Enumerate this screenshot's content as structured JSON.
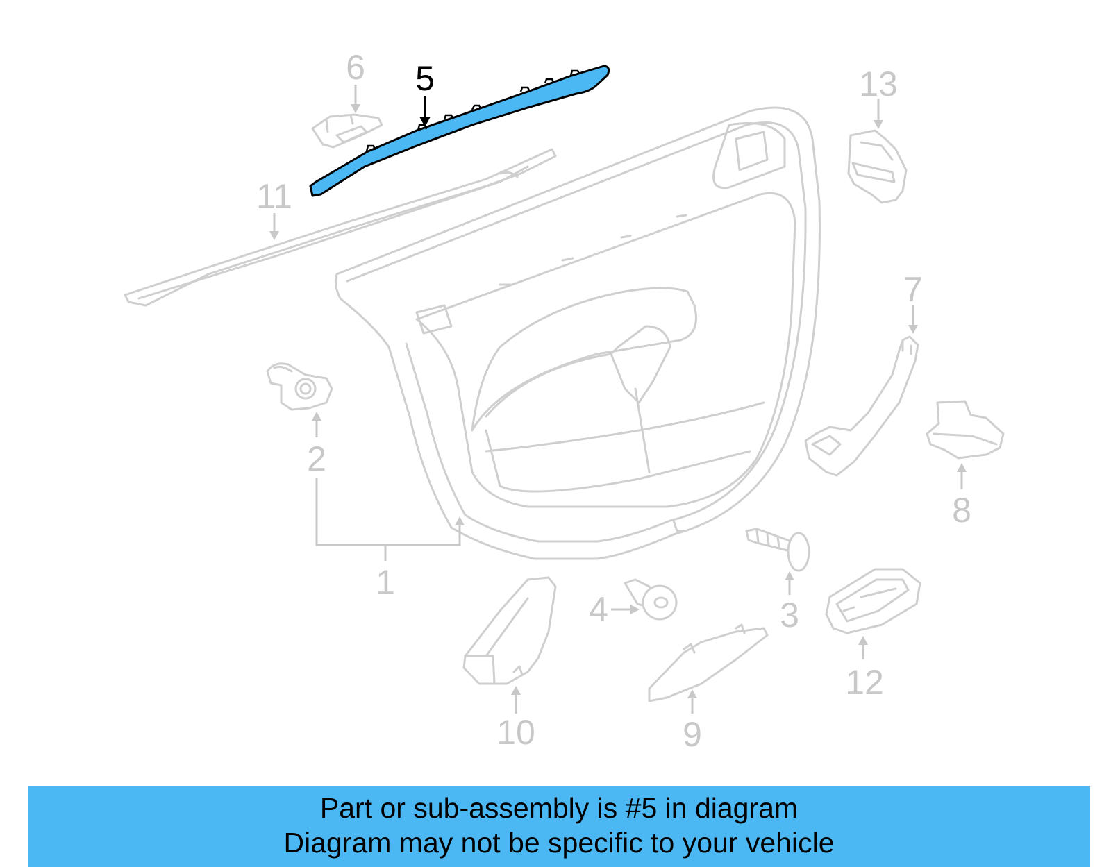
{
  "diagram": {
    "highlight_color": "#4cb8f3",
    "inactive_color": "#c8c8c8",
    "active_color": "#000000",
    "callouts": [
      "1",
      "2",
      "3",
      "4",
      "5",
      "6",
      "7",
      "8",
      "9",
      "10",
      "11",
      "12",
      "13"
    ],
    "highlighted_callout": "5"
  },
  "banner": {
    "line1": "Part or sub-assembly is #5 in diagram",
    "line2": "Diagram may not be specific to your vehicle",
    "background": "#4cb8f3"
  }
}
